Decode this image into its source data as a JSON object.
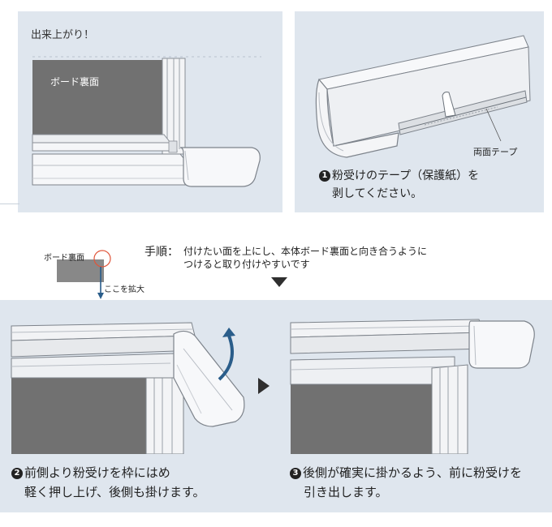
{
  "panel_finished": {
    "heading": "出来上がり！",
    "board_back_label": "ボード裏面"
  },
  "panel_step1": {
    "tape_label": "両面テープ",
    "step_number": "1",
    "caption_line1": "粉受けのテープ（保護紙）を",
    "caption_line2": "剥してください。"
  },
  "middle": {
    "board_back_small_label": "ボード裏面",
    "zoom_label": "ここを拡大",
    "procedure_title": "手順：",
    "procedure_line1": "付けたい面を上にし、本体ボード裏面と向き合うように",
    "procedure_line2": "つけると取り付けやすいです"
  },
  "panel_step2": {
    "step_number": "2",
    "caption_line1": "前側より粉受けを枠にはめ",
    "caption_line2": "軽く押し上げ、後側も掛けます。"
  },
  "panel_step3": {
    "step_number": "3",
    "caption_line1": "後側が確実に掛かるよう、前に粉受けを",
    "caption_line2": "引き出します。"
  },
  "colors": {
    "panel_bg": "#dfe6ee",
    "board_gray": "#717171",
    "frame_silver": "#f2f3f5",
    "arrow_blue": "#2a5d8a",
    "zoom_circle": "#e0553a"
  }
}
